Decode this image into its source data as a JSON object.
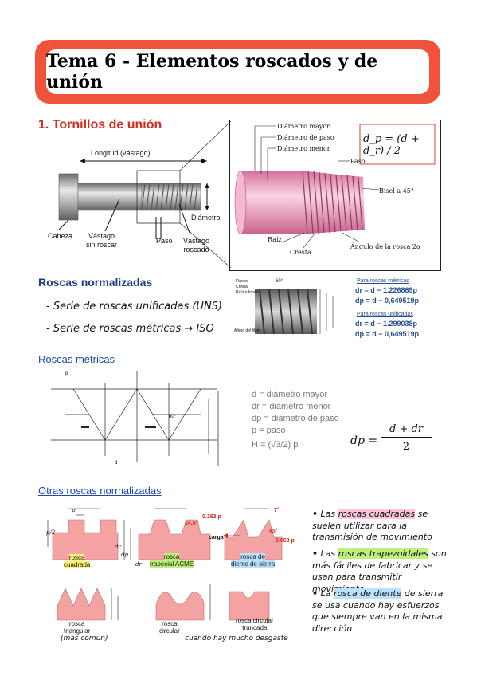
{
  "title": "Tema 6 - Elementos roscados y de unión",
  "section1": {
    "heading": "1. Tornillos de unión",
    "bolt_labels": {
      "length": "Longitud (vástago)",
      "head": "Cabeza",
      "shank": "Vástago\nsin roscar",
      "pitch": "Paso",
      "threaded": "Vástago\nroscado",
      "diameter": "Diámetro"
    },
    "detail_labels": {
      "major": "Diámetro mayor",
      "pitch_d": "Diámetro de paso",
      "minor": "Diámetro menor",
      "pitch": "Paso",
      "chamfer": "Bisel a 45°",
      "root": "Raíz",
      "crest": "Cresta",
      "angle": "Ángulo de la rosca 2α"
    },
    "formula": "d_p = (d + d_r) / 2"
  },
  "standard": {
    "heading": "Roscas normalizadas",
    "notes": [
      "- Serie de roscas unificadas (UNS)",
      "- Serie de roscas métricas → ISO"
    ],
    "fig_labels": [
      "Flanco",
      "Cresta",
      "Raíz o fondo",
      "Altura del filete",
      "60°"
    ],
    "metric_head": "Para roscas métricas",
    "metric_1": "dr = d − 1.226869p",
    "metric_2": "dp = d − 0,649519p",
    "unified_head": "Para roscas unificadas",
    "unified_1": "dr = d − 1.299038p",
    "unified_2": "dp = d − 0,649519p"
  },
  "metric": {
    "heading": "Roscas métricas",
    "lines": [
      "d = diámetro mayor",
      "dr = diámetro menor",
      "dp = diámetro de paso",
      "p = paso",
      "H = (√3/2) p"
    ],
    "formula_num": "d + dr",
    "formula_den": "2",
    "formula_left": "dp ="
  },
  "other": {
    "heading": "Otras roscas normalizadas",
    "profiles": [
      "rosca\ncuadrada",
      "rosca\ntrapecial ACME",
      "rosca de\ndiente de sierra",
      "rosca\ntriangular",
      "rosca\ncircular",
      "rosca circular\ntruncada"
    ],
    "notes_small": [
      "(más común)",
      "cuando hay mucho desgaste"
    ],
    "bullets": [
      {
        "pre": "Las ",
        "mark": "roscas cuadradas",
        "post": " se suelen utilizar para la transmisión de movimiento"
      },
      {
        "pre": "Las ",
        "mark": "roscas trapezoidales",
        "post": " son más fáciles de fabricar y se usan para transmitir movimiento"
      },
      {
        "pre": "La ",
        "mark": "rosca de diente",
        "post": " de sierra se usa cuando hay esfuerzos que siempre van en la misma dirección"
      }
    ],
    "dims": [
      "p",
      "p/2",
      "dc",
      "dr",
      "14,5°",
      "0.163 p",
      "7°",
      "45°",
      "0.663 p",
      "carga"
    ]
  },
  "colors": {
    "accent": "#f0533a",
    "pink": "#f4a3a3",
    "heading_red": "#d62a1a",
    "heading_blue": "#1b3f7e"
  }
}
